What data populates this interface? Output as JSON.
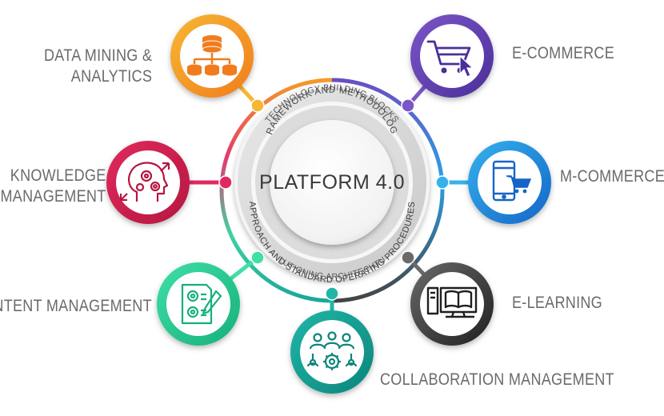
{
  "center": {
    "title": "PLATFORM 4.0",
    "ring_top_outer": "TECHNOLOGY BUILDING BLOCKS",
    "ring_top_inner": "FRAMEWORK AND METHODOLOGY",
    "ring_bottom_inner": "APPROACH AND STANDARD OPERATING PROCEDURES",
    "ring_bottom_outer": "SOLUTIONING ARCHITECHTURE"
  },
  "modules": [
    {
      "key": "data-mining",
      "label_lines": [
        "DATA MINING &",
        "ANALYTICS"
      ],
      "color_a": "#f7b733",
      "color_b": "#f07c1e",
      "icon": "database-icon"
    },
    {
      "key": "knowledge",
      "label_lines": [
        "KNOWLEDGE",
        "MANAGEMENT"
      ],
      "color_a": "#e02a5e",
      "color_b": "#b5163f",
      "icon": "head-gears-icon"
    },
    {
      "key": "content",
      "label_lines": [
        "CONTENT MANAGEMENT"
      ],
      "color_a": "#3fdfa7",
      "color_b": "#17b07a",
      "icon": "document-gears-icon"
    },
    {
      "key": "collaboration",
      "label_lines": [
        "COLLABORATION MANAGEMENT"
      ],
      "color_a": "#1fb6a8",
      "color_b": "#0d857b",
      "icon": "team-gear-icon"
    },
    {
      "key": "elearning",
      "label_lines": [
        "E-LEARNING"
      ],
      "color_a": "#6a6a6a",
      "color_b": "#1f1f1f",
      "icon": "computer-book-icon"
    },
    {
      "key": "mcommerce",
      "label_lines": [
        "M-COMMERCE"
      ],
      "color_a": "#35b2ec",
      "color_b": "#1565c8",
      "icon": "mobile-cart-icon"
    },
    {
      "key": "ecommerce",
      "label_lines": [
        "E-COMMERCE"
      ],
      "color_a": "#7b56c9",
      "color_b": "#4a2f99",
      "icon": "cart-cursor-icon"
    }
  ]
}
